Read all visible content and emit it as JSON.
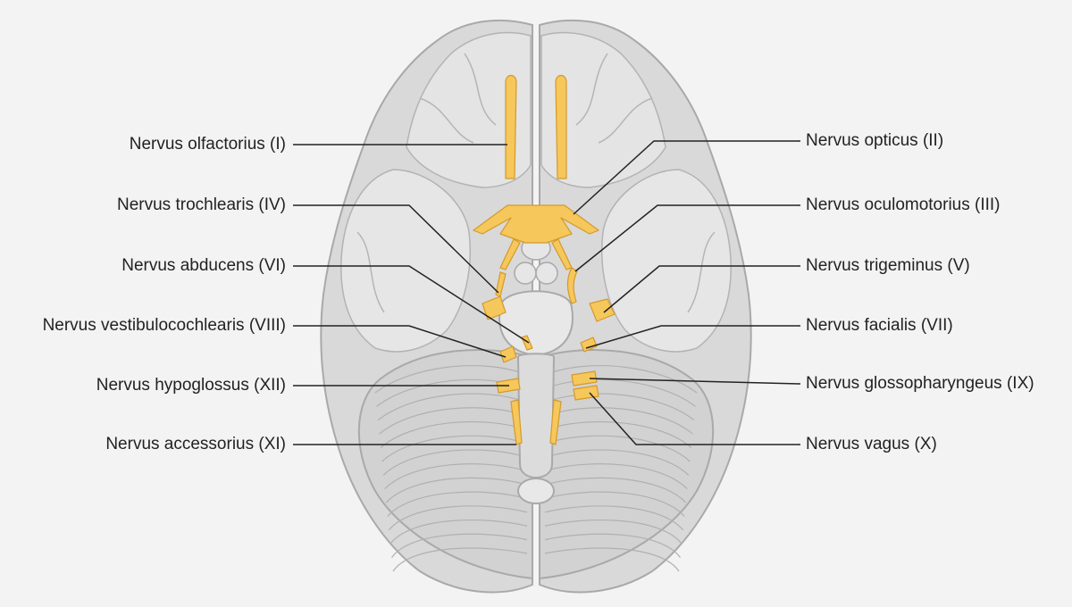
{
  "colors": {
    "background": "#f3f3f3",
    "brain_fill": "#d9d9d9",
    "brain_light": "#e6e6e6",
    "brain_stroke": "#a9a9a9",
    "nerve_fill": "#f6c75b",
    "nerve_stroke": "#d49a2a",
    "leader_line": "#222222"
  },
  "labels": {
    "left": [
      {
        "id": "olfactorius",
        "text": "Nervus olfactorius (I)"
      },
      {
        "id": "trochlearis",
        "text": "Nervus trochlearis (IV)"
      },
      {
        "id": "abducens",
        "text": "Nervus abducens (VI)"
      },
      {
        "id": "vestibulocochlearis",
        "text": "Nervus vestibulocochlearis (VIII)"
      },
      {
        "id": "hypoglossus",
        "text": "Nervus hypoglossus (XII)"
      },
      {
        "id": "accessorius",
        "text": "Nervus accessorius (XI)"
      }
    ],
    "right": [
      {
        "id": "opticus",
        "text": "Nervus opticus (II)"
      },
      {
        "id": "oculomotorius",
        "text": "Nervus oculomotorius (III)"
      },
      {
        "id": "trigeminus",
        "text": "Nervus trigeminus (V)"
      },
      {
        "id": "facialis",
        "text": "Nervus facialis (VII)"
      },
      {
        "id": "glossopharyngeus",
        "text": "Nervus glossopharyngeus (IX)"
      },
      {
        "id": "vagus",
        "text": "Nervus vagus (X)"
      }
    ]
  }
}
